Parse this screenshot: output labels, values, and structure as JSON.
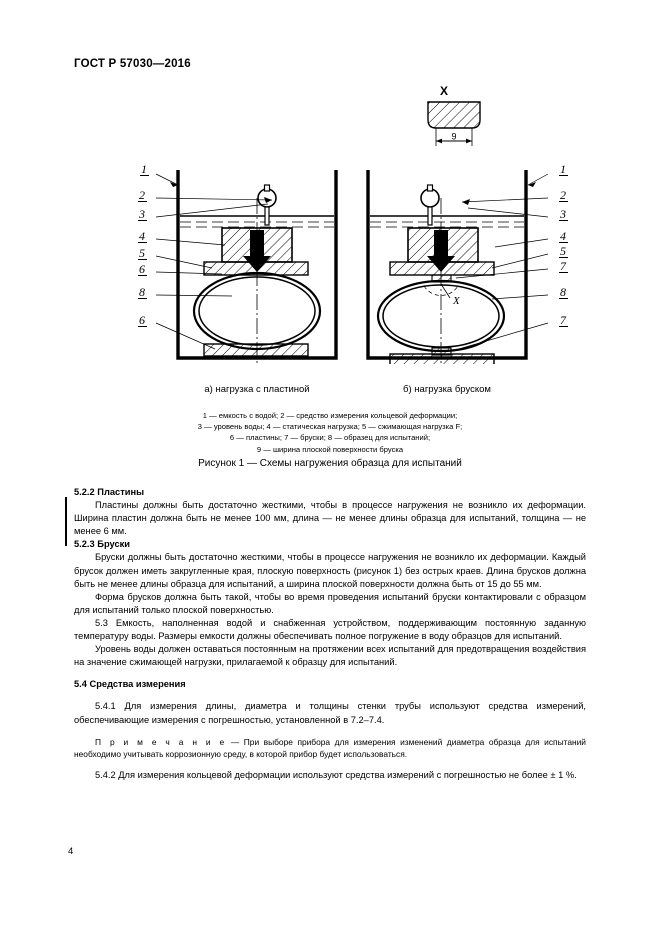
{
  "document": {
    "standard_header": "ГОСТ Р 57030—2016",
    "page_number": "4"
  },
  "figure": {
    "detail_label": "X",
    "detail_dimension": "9",
    "caption_a": "а) нагрузка с пластиной",
    "caption_b": "б) нагрузка бруском",
    "detail_marker_b": "X",
    "callouts_left": [
      "1",
      "2",
      "3",
      "4",
      "5",
      "6",
      "8",
      "6"
    ],
    "callouts_right": [
      "1",
      "2",
      "3",
      "4",
      "5",
      "7",
      "8",
      "7"
    ],
    "legend_line1": "1 — емкость с водой; 2 — средство измерения кольцевой деформации;",
    "legend_line2": "3 — уровень воды; 4 — статическая нагрузка; 5 — сжимающая нагрузка F;",
    "legend_line3": "6 — пластины; 7 — бруски; 8 — образец для испытаний;",
    "legend_line4": "9 — ширина плоской поверхности бруска",
    "figure_caption": "Рисунок 1 — Схемы нагружения образца для испытаний"
  },
  "sections": {
    "h522": "5.2.2 Пластины",
    "p522": "Пластины должны быть достаточно жесткими, чтобы в процессе нагружения не возникло их деформации. Ширина пластин должна быть не менее 100 мм, длина — не менее длины образца для испытаний, толщина — не менее 6 мм.",
    "h523": "5.2.3 Бруски",
    "p523a": "Бруски должны быть достаточно жесткими, чтобы в процессе нагружения не возникло их деформации. Каждый брусок должен иметь закругленные края, плоскую поверхность (рисунок 1) без острых краев. Длина брусков должна быть не менее длины образца для испытаний, а ширина плоской поверхности должна быть от 15 до 55 мм.",
    "p523b": "Форма брусков должна быть такой, чтобы во время проведения испытаний бруски контактировали с образцом для испытаний только плоской поверхностью.",
    "p53a": "5.3 Емкость, наполненная водой и снабженная устройством, поддерживающим постоянную заданную температуру воды. Размеры емкости должны обеспечивать полное погружение в воду образцов для испытаний.",
    "p53b": "Уровень воды должен оставаться постоянным на протяжении всех испытаний для предотвращения воздействия на значение сжимающей нагрузки, прилагаемой к образцу для испытаний.",
    "h54": "5.4 Средства измерения",
    "p541": "5.4.1 Для измерения длины, диаметра и толщины стенки трубы используют средства измерений, обеспечивающие измерения с погрешностью, установленной в 7.2–7.4.",
    "note_label": "П р и м е ч а н и е",
    "note_text": " —  При выборе прибора для измерения изменений диаметра образца для испытаний необходимо учитывать коррозионную среду, в которой прибор будет использоваться.",
    "p542": "5.4.2 Для измерения кольцевой деформации используют средства измерений с погрешностью не более ± 1 %."
  }
}
